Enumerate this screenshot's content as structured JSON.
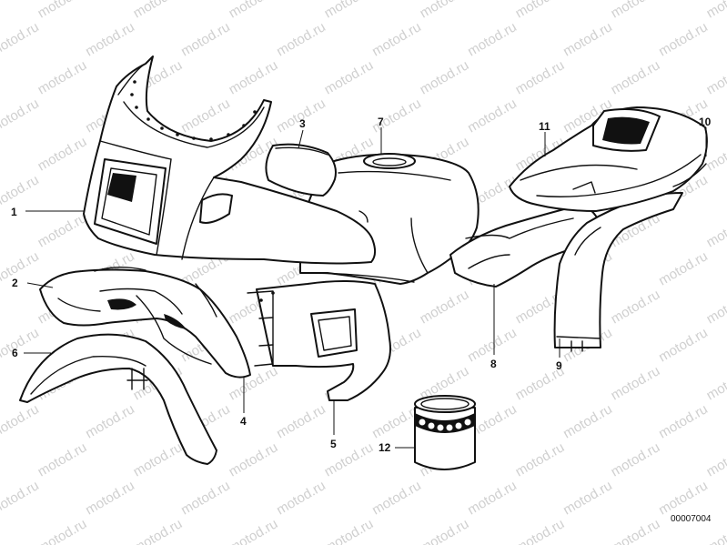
{
  "watermark": "motod.ru",
  "document_number": "00007004",
  "callouts": [
    "1",
    "2",
    "3",
    "4",
    "5",
    "6",
    "7",
    "8",
    "9",
    "10",
    "11",
    "12"
  ]
}
